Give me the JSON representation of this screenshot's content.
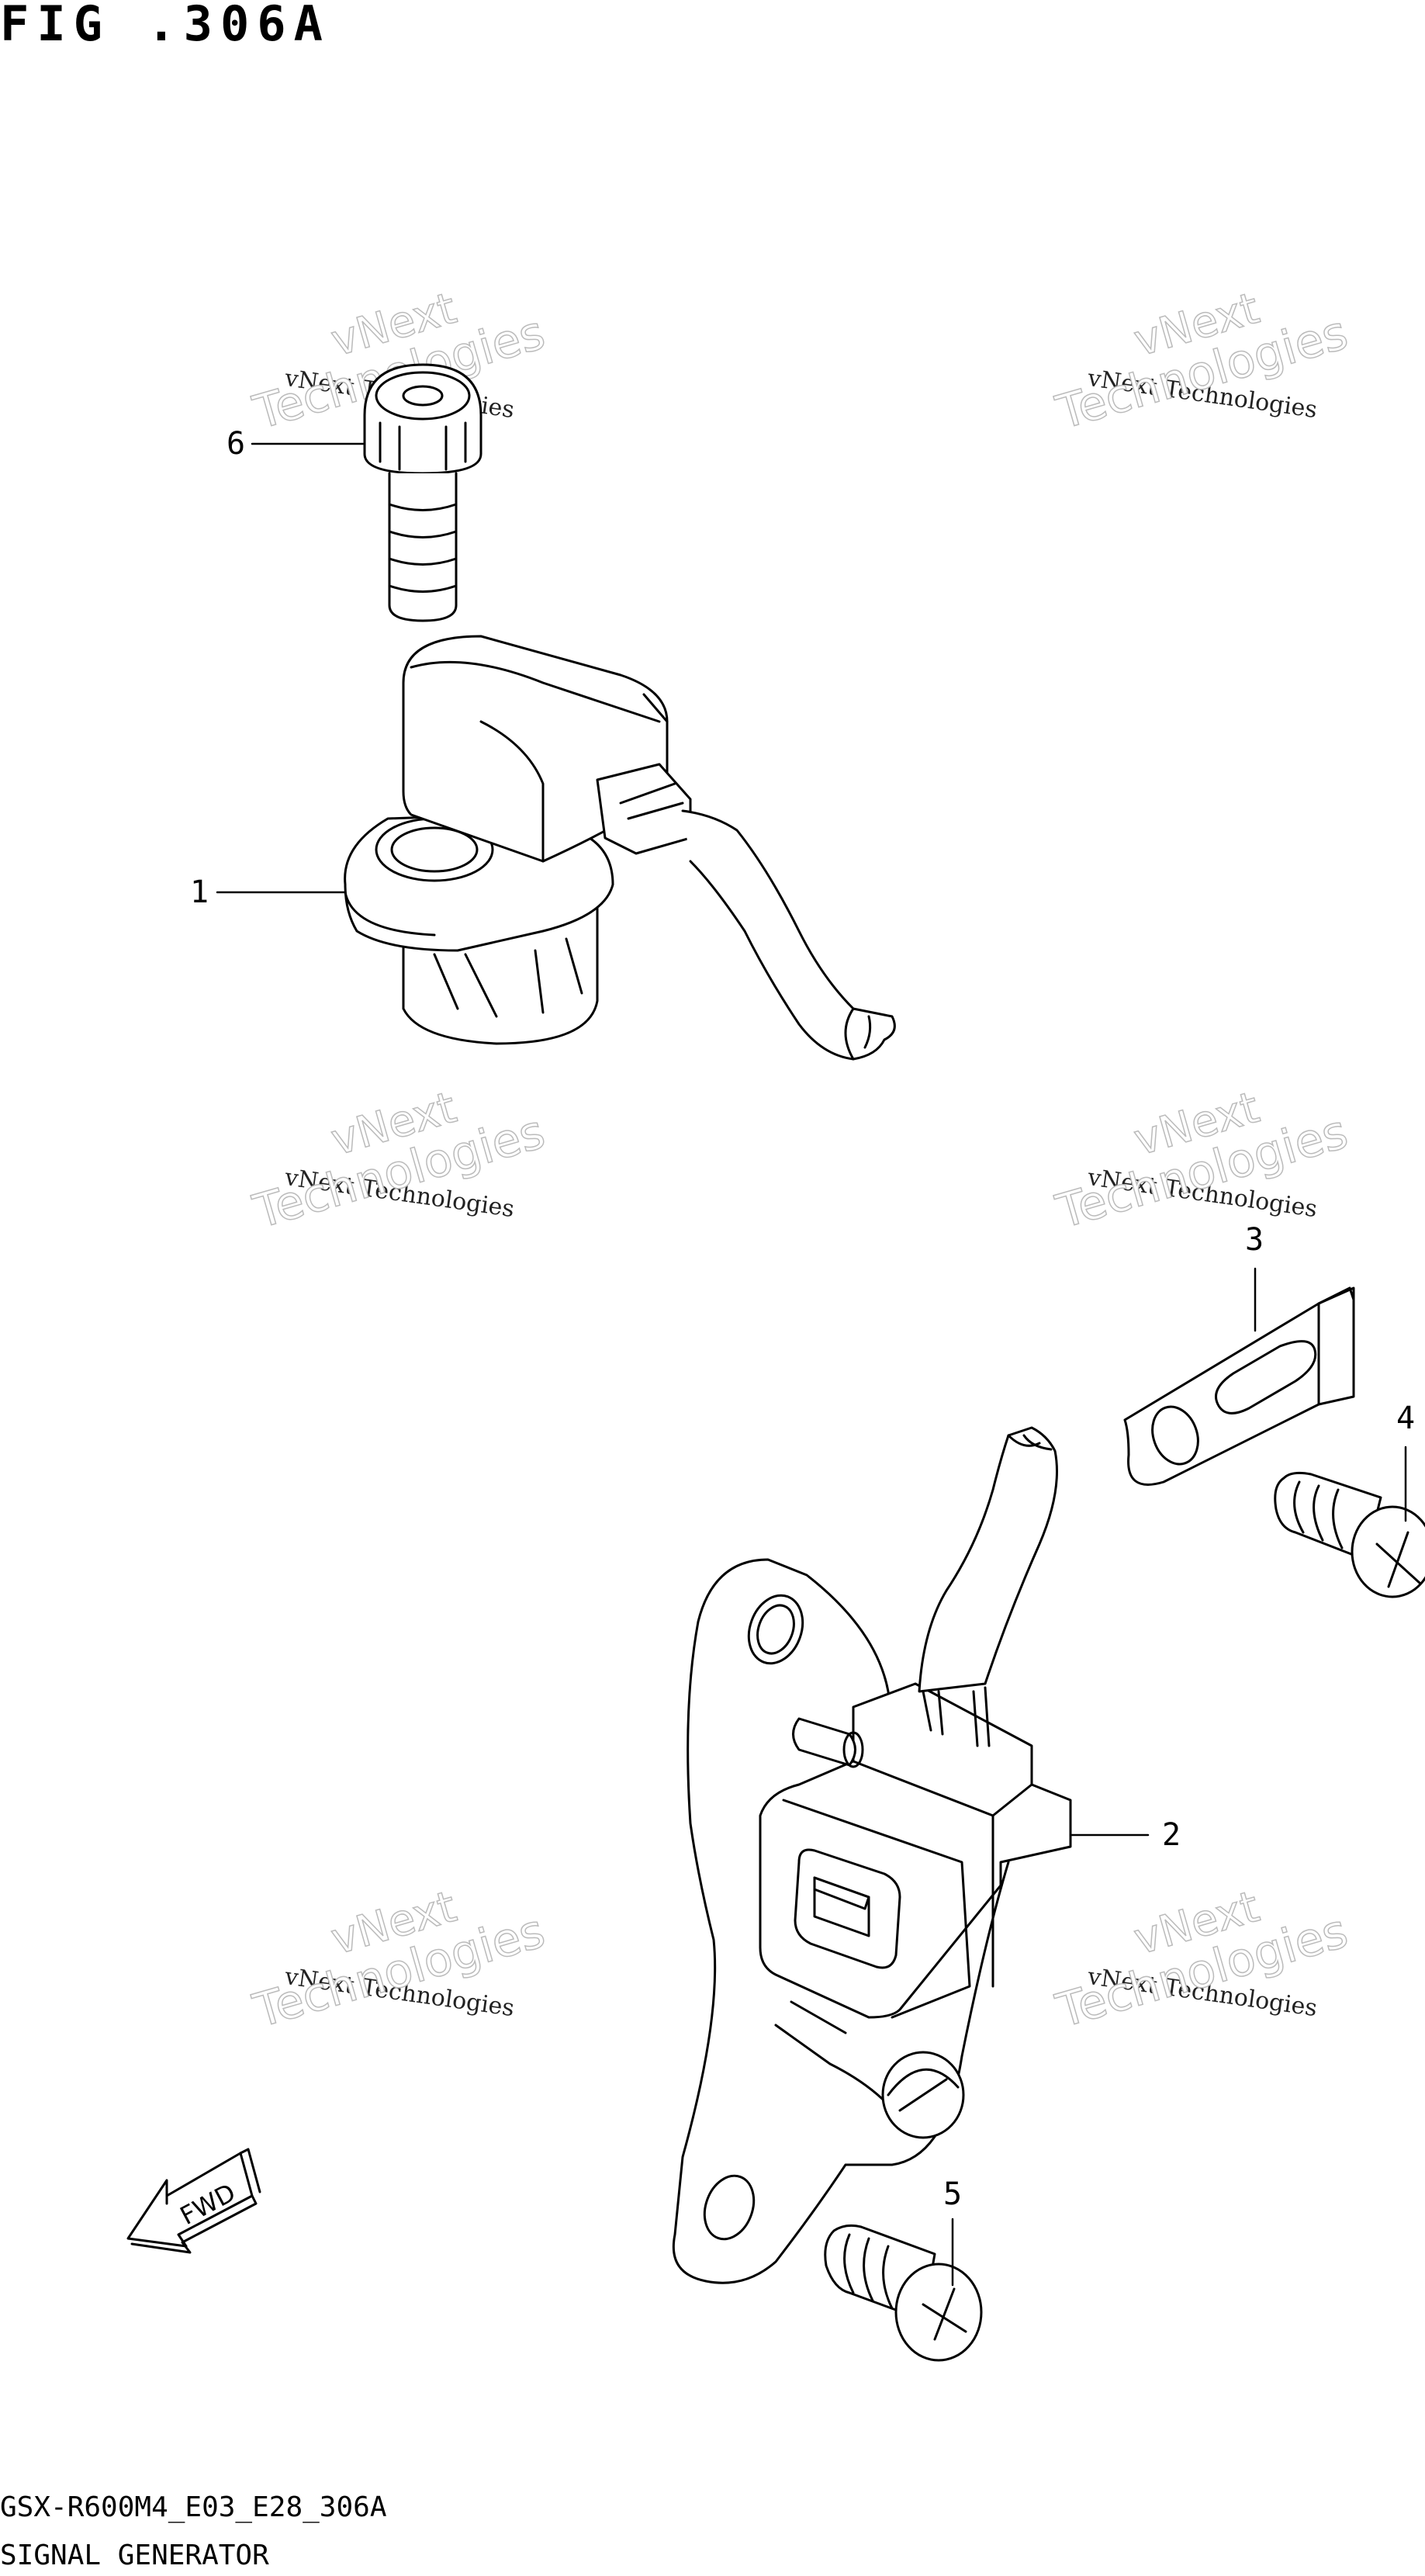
{
  "figure": {
    "title": "FIG .306A",
    "model_code": "GSX-R600M4_E03_E28_306A",
    "section_name": "SIGNAL GENERATOR"
  },
  "callouts": [
    {
      "id": "1",
      "label": "1"
    },
    {
      "id": "2",
      "label": "2"
    },
    {
      "id": "3",
      "label": "3"
    },
    {
      "id": "4",
      "label": "4"
    },
    {
      "id": "5",
      "label": "5"
    },
    {
      "id": "6",
      "label": "6"
    }
  ],
  "watermark": {
    "brand_top": "vNext",
    "line_small": "vNext Technologies",
    "line_large": "Technologies"
  },
  "arrow": {
    "label": "FWD"
  }
}
